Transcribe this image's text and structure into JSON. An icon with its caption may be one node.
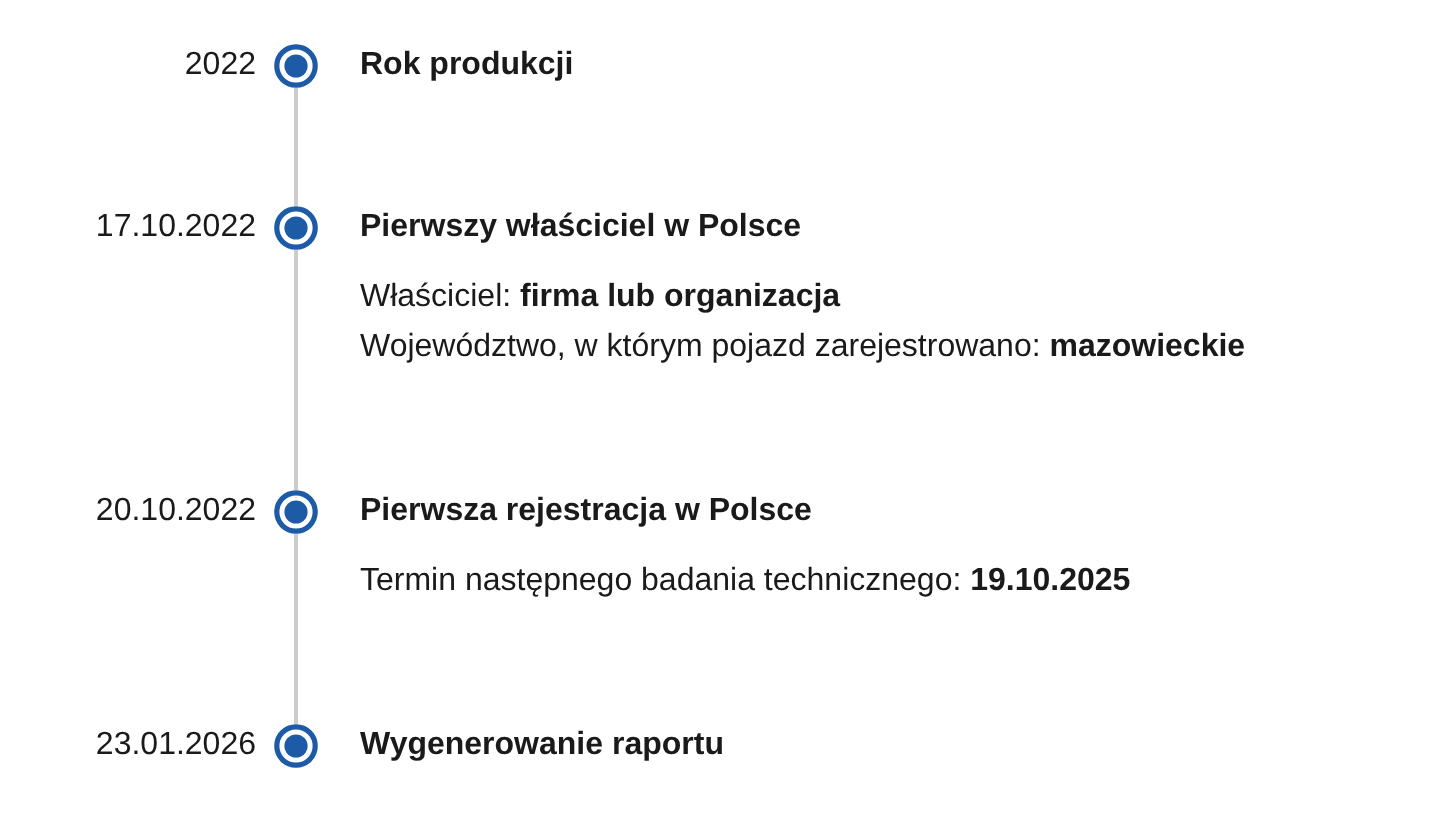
{
  "diagram": {
    "nodes": [
      {
        "text": [],
        "shape": "circle",
        "beside": [
          "2022",
          "Rok produkcji"
        ]
      },
      {
        "text": [],
        "shape": "circle",
        "beside": [
          "17.10.2022",
          "Pierwszy właściciel w Polsce",
          "Właściciel: **firma lub organizacja**",
          "Województwo, w którym pojazd zarejestrowano: **mazowieckie**"
        ]
      },
      {
        "text": [],
        "shape": "circle",
        "beside": [
          "20.10.2022",
          "Pierwsza rejestracja w Polsce",
          "Termin następnego badania technicznego: **19.10.2025**"
        ]
      },
      {
        "text": [],
        "shape": "circle",
        "beside": [
          "23.01.2026",
          "Wygenerowanie raportu"
        ]
      }
    ],
    "edges": [
      {
        "from": 0,
        "to": 1,
        "arrow": "none"
      },
      {
        "from": 1,
        "to": 2,
        "arrow": "none"
      },
      {
        "from": 2,
        "to": 3,
        "arrow": "none"
      }
    ]
  }
}
